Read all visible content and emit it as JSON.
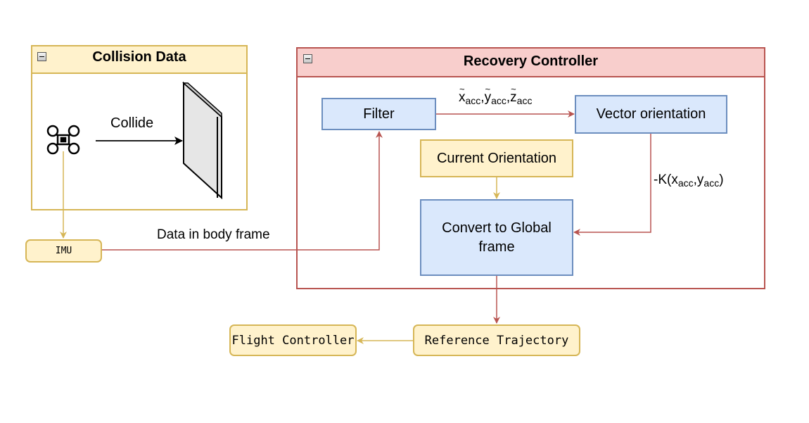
{
  "collision_group": {
    "title": "Collision Data",
    "collide_label": "Collide"
  },
  "recovery_group": {
    "title": "Recovery Controller"
  },
  "nodes": {
    "filter": "Filter",
    "vector_orientation": "Vector orientation",
    "current_orientation": "Current Orientation",
    "convert_global": "Convert to Global frame",
    "imu": "IMU",
    "reference_trajectory": "Reference Trajectory",
    "flight_controller": "Flight Controller"
  },
  "edge_labels": {
    "imu_to_filter": "Data in body frame",
    "filter_to_vector": {
      "x": "x",
      "y": "y",
      "z": "z",
      "sub": "acc",
      "sep": ","
    },
    "vector_to_convert": {
      "prefix": "-K(",
      "x": "x",
      "y": "y",
      "sub": "acc",
      "sep": ",",
      "suffix": ")"
    }
  },
  "colors": {
    "yellow_fill": "#fff2cc",
    "yellow_stroke": "#d6b656",
    "red_fill": "#f8cecc",
    "red_stroke": "#b85450",
    "blue_fill": "#dae8fc",
    "blue_stroke": "#6c8ebf"
  }
}
